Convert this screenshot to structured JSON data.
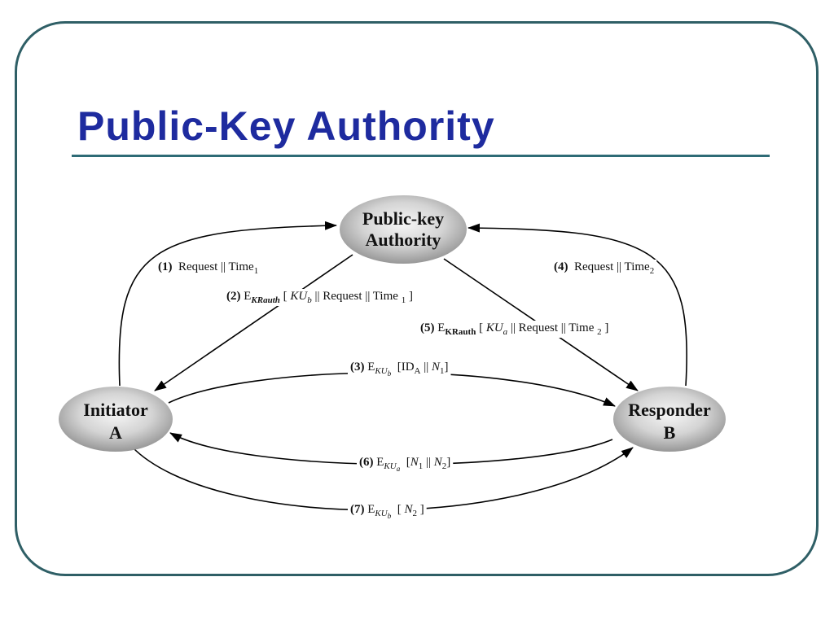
{
  "slide": {
    "title": "Public-Key Authority"
  },
  "diagram": {
    "nodes": {
      "authority": {
        "line1": "Public-key",
        "line2": "Authority"
      },
      "initiator": {
        "line1": "Initiator",
        "line2": "A"
      },
      "responder": {
        "line1": "Responder",
        "line2": "B"
      }
    },
    "messages": {
      "m1": {
        "num": "(1)",
        "text": "  Request || Time",
        "sub": "1"
      },
      "m2": {
        "num": "(2)",
        "e": " E",
        "key": "KRauth",
        "open": " [ ",
        "ku": "KU",
        "ku_sub": "b",
        "text": " || Request || Time ",
        "time_sub": "1",
        "close": " ]"
      },
      "m3": {
        "num": "(3)",
        "e": " E",
        "ku": "KU",
        "ku_sub": "b",
        "open": "  [ID",
        "id_sub": "A",
        "sep": " || ",
        "n": "N",
        "n_sub": "1",
        "close": "]"
      },
      "m4": {
        "num": "(4)",
        "text": "  Request || Time",
        "sub": "2"
      },
      "m5": {
        "num": "(5)",
        "e": " E",
        "key": "KRauth",
        "open": " [ ",
        "ku": "KU",
        "ku_sub": "a",
        "text": " || Request || Time ",
        "time_sub": "2",
        "close": " ]"
      },
      "m6": {
        "num": "(6)",
        "e": " E",
        "ku": "KU",
        "ku_sub": "a",
        "open": "  [",
        "n1": "N",
        "n1_sub": "1",
        "sep": " || ",
        "n2": "N",
        "n2_sub": "2",
        "close": "]"
      },
      "m7": {
        "num": "(7)",
        "e": " E",
        "ku": "KU",
        "ku_sub": "b",
        "open": "  [ ",
        "n": "N",
        "n_sub": "2",
        "close": " ]"
      }
    }
  },
  "colors": {
    "title": "#1E2B9F",
    "frame": "#2F5F66",
    "rule": "#2E6B76",
    "node_light": "#F6F6F6",
    "node_mid": "#D4D4D4",
    "node_dark": "#979797"
  }
}
